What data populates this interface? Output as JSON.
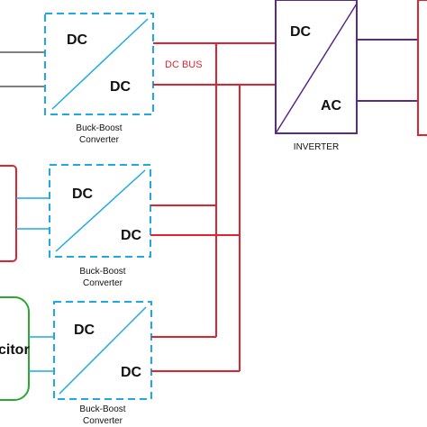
{
  "diagram": {
    "colors": {
      "dc_bus": "#e0242f",
      "converter_border": "#1ea9e6",
      "left_source_lines": "#1ea9e6",
      "source_top_lines": "#555555",
      "battery_box": "#e0242f",
      "capacitor_box": "#2aa834",
      "inverter": "#5a2a8c",
      "grid_box": "#e0242f"
    },
    "converters": [
      {
        "input_label": "DC",
        "output_label": "DC",
        "caption_line1": "Buck-Boost",
        "caption_line2": "Converter"
      },
      {
        "input_label": "DC",
        "output_label": "DC",
        "caption_line1": "Buck-Boost",
        "caption_line2": "Converter"
      },
      {
        "input_label": "DC",
        "output_label": "DC",
        "caption_line1": "Buck-Boost",
        "caption_line2": "Converter"
      }
    ],
    "dc_bus_label": "DC BUS",
    "inverter": {
      "input_label": "DC",
      "output_label": "AC",
      "caption": "INVERTER"
    },
    "capacitor_label": "citor"
  }
}
